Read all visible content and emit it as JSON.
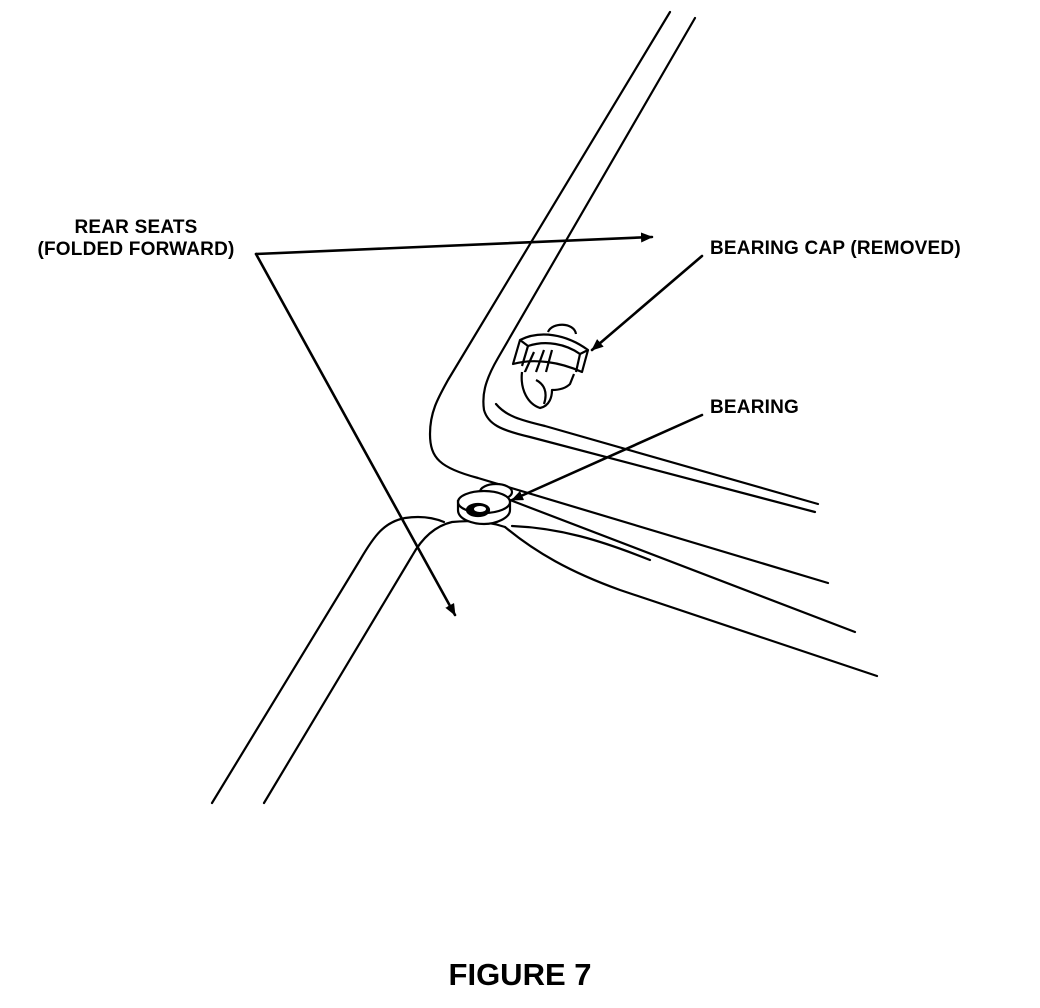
{
  "diagram": {
    "labels": {
      "rear_seats_line1": "REAR SEATS",
      "rear_seats_line2": "(FOLDED FORWARD)",
      "bearing_cap": "BEARING CAP (REMOVED)",
      "bearing": "BEARING"
    },
    "figure_title": "FIGURE 7",
    "colors": {
      "ink": "#000000",
      "paper": "#ffffff"
    }
  }
}
